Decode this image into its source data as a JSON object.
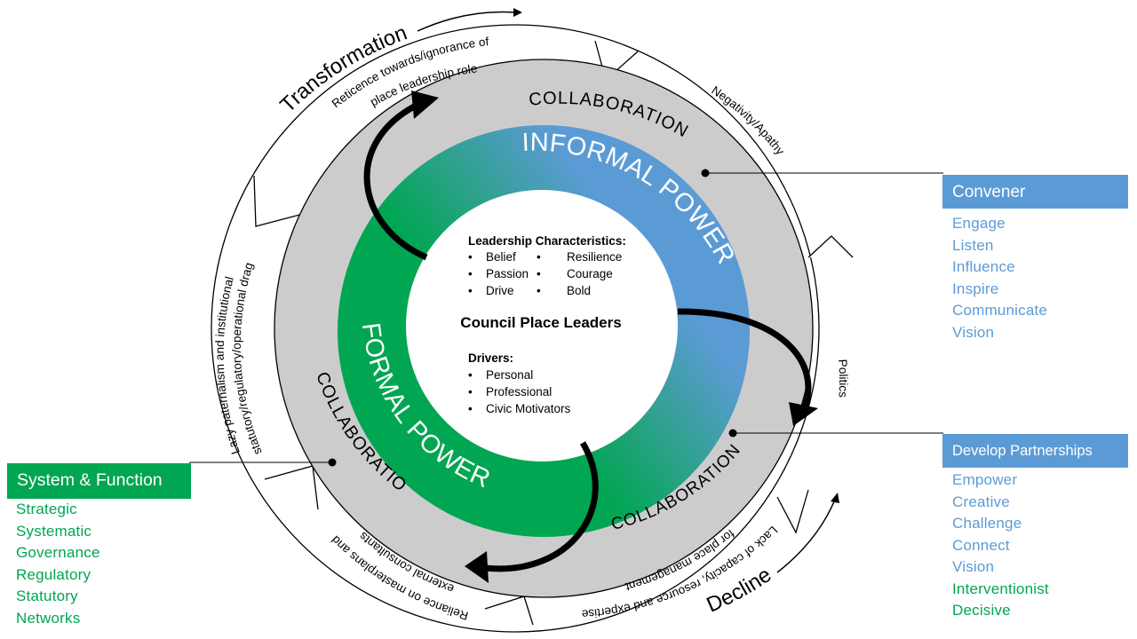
{
  "colors": {
    "blue": "#5b9bd5",
    "green": "#00a651",
    "teal": "#2ea18c",
    "grey_ring": "#cccccc",
    "line": "#000000"
  },
  "center": {
    "characteristics_heading": "Leadership Characteristics:",
    "characteristics_left": [
      "Belief",
      "Passion",
      "Drive"
    ],
    "characteristics_right": [
      "Resilience",
      "Courage",
      "Bold"
    ],
    "title": "Council Place Leaders",
    "drivers_heading": "Drivers:",
    "drivers": [
      "Personal",
      "Professional",
      "Civic Motivators"
    ]
  },
  "rings": {
    "informal": "INFORMAL POWER",
    "formal": "FORMAL POWER",
    "collaboration": "COLLABORATION"
  },
  "outer": {
    "transformation": "Transformation",
    "decline": "Decline",
    "reticence_line1": "Reticence towards/ignorance of",
    "reticence_line2": "place leadership role",
    "negativity": "Negativity/Apathy",
    "politics": "Politics",
    "lazy_line1": "Lazy paternalism and institutional",
    "lazy_line2": "statutory/regulatory/operational drag",
    "reliance_line1": "Reliance on masterplans and",
    "reliance_line2": "external consultants",
    "lack_line1": "Lack of capacity, resource and expertise",
    "lack_line2": "for place management"
  },
  "convener": {
    "title": "Convener",
    "items": [
      "Engage",
      "Listen",
      "Influence",
      "Inspire",
      "Communicate",
      "Vision"
    ]
  },
  "partnerships": {
    "title": "Develop Partnerships",
    "items": [
      "Empower",
      "Creative",
      "Challenge",
      "Connect",
      "Vision",
      "Interventionist",
      "Decisive"
    ],
    "green_items": [
      "Interventionist",
      "Decisive"
    ]
  },
  "system": {
    "title": "System & Function",
    "items": [
      "Strategic",
      "Systematic",
      "Governance",
      "Regulatory",
      "Statutory",
      "Networks"
    ]
  }
}
